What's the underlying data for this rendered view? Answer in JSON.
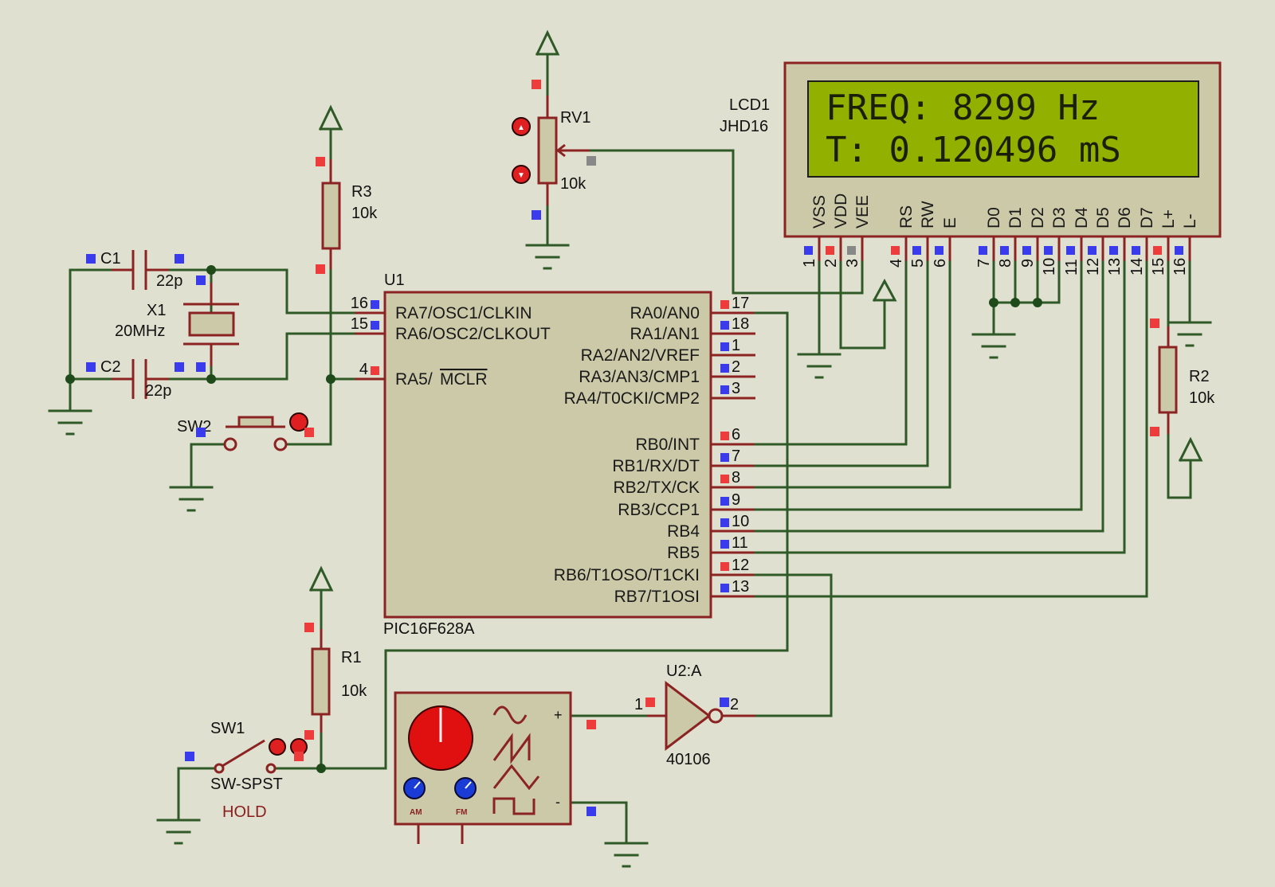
{
  "mcu": {
    "ref": "U1",
    "part": "PIC16F628A",
    "left_pins": [
      {
        "num": "16",
        "name": "RA7/OSC1/CLKIN",
        "state": "blue"
      },
      {
        "num": "15",
        "name": "RA6/OSC2/CLKOUT",
        "state": "blue"
      },
      {
        "num": "4",
        "name": "RA5/",
        "name_over": "MCLR",
        "state": "red"
      }
    ],
    "right_pins": [
      {
        "num": "17",
        "name": "RA0/AN0",
        "state": "red"
      },
      {
        "num": "18",
        "name": "RA1/AN1",
        "state": "blue"
      },
      {
        "num": "1",
        "name": "RA2/AN2/VREF",
        "state": "blue"
      },
      {
        "num": "2",
        "name": "RA3/AN3/CMP1",
        "state": "blue"
      },
      {
        "num": "3",
        "name": "RA4/T0CKI/CMP2",
        "state": "blue"
      },
      {
        "num": "6",
        "name": "RB0/INT",
        "state": "red"
      },
      {
        "num": "7",
        "name": "RB1/RX/DT",
        "state": "blue"
      },
      {
        "num": "8",
        "name": "RB2/TX/CK",
        "state": "red"
      },
      {
        "num": "9",
        "name": "RB3/CCP1",
        "state": "blue"
      },
      {
        "num": "10",
        "name": "RB4",
        "state": "blue"
      },
      {
        "num": "11",
        "name": "RB5",
        "state": "blue"
      },
      {
        "num": "12",
        "name": "RB6/T1OSO/T1CKI",
        "state": "red"
      },
      {
        "num": "13",
        "name": "RB7/T1OSI",
        "state": "blue"
      }
    ]
  },
  "lcd": {
    "ref": "LCD1",
    "part": "JHD16",
    "line1": "FREQ: 8299 Hz",
    "line2": "T: 0.120496 mS",
    "pins": [
      {
        "num": "1",
        "name": "VSS",
        "state": "blue"
      },
      {
        "num": "2",
        "name": "VDD",
        "state": "red"
      },
      {
        "num": "3",
        "name": "VEE",
        "state": "gray"
      },
      {
        "num": "4",
        "name": "RS",
        "state": "red"
      },
      {
        "num": "5",
        "name": "RW",
        "state": "blue"
      },
      {
        "num": "6",
        "name": "E",
        "state": "blue"
      },
      {
        "num": "7",
        "name": "D0",
        "state": "blue"
      },
      {
        "num": "8",
        "name": "D1",
        "state": "blue"
      },
      {
        "num": "9",
        "name": "D2",
        "state": "blue"
      },
      {
        "num": "10",
        "name": "D3",
        "state": "blue"
      },
      {
        "num": "11",
        "name": "D4",
        "state": "blue"
      },
      {
        "num": "12",
        "name": "D5",
        "state": "blue"
      },
      {
        "num": "13",
        "name": "D6",
        "state": "blue"
      },
      {
        "num": "14",
        "name": "D7",
        "state": "blue"
      },
      {
        "num": "15",
        "name": "L+",
        "state": "red"
      },
      {
        "num": "16",
        "name": "L-",
        "state": "blue"
      }
    ]
  },
  "components": {
    "rv1": {
      "ref": "RV1",
      "value": "10k"
    },
    "r1": {
      "ref": "R1",
      "value": "10k"
    },
    "r2": {
      "ref": "R2",
      "value": "10k"
    },
    "r3": {
      "ref": "R3",
      "value": "10k"
    },
    "c1": {
      "ref": "C1",
      "value": "22p"
    },
    "c2": {
      "ref": "C2",
      "value": "22p"
    },
    "x1": {
      "ref": "X1",
      "value": "20MHz"
    },
    "sw1": {
      "ref": "SW1",
      "type": "SW-SPST",
      "label": "HOLD"
    },
    "sw2": {
      "ref": "SW2"
    },
    "u2": {
      "ref": "U2:A",
      "part": "40106",
      "pin_in": "1",
      "pin_out": "2"
    },
    "siggen": {
      "knob_am": "AM",
      "knob_fm": "FM",
      "plus": "+",
      "minus": "-"
    }
  },
  "colors": {
    "wire": "#2f5a28",
    "component": "#8b2323",
    "body": "#cbc9a7",
    "background": "#e0e0d0",
    "lcd_screen": "#92b000",
    "logic_high": "#ee3b3b",
    "logic_low": "#3b3bee",
    "logic_float": "#888888"
  }
}
